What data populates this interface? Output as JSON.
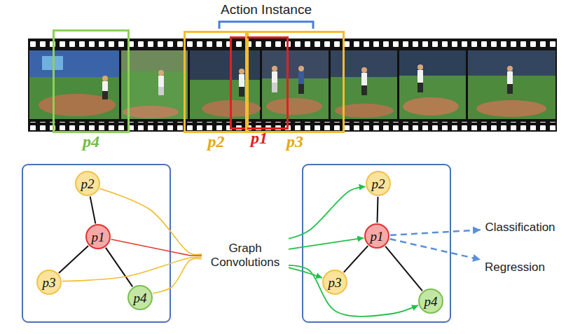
{
  "diagram": {
    "nodes": [
      {
        "text": [
          "p4"
        ]
      },
      {
        "text": [
          "p2"
        ]
      },
      {
        "text": [
          "p1"
        ]
      },
      {
        "text": [
          "p3"
        ]
      },
      {
        "text": [
          "p2"
        ]
      },
      {
        "text": [
          "p1"
        ]
      },
      {
        "text": [
          "p3"
        ]
      },
      {
        "text": [
          "p4"
        ]
      },
      {
        "text": [
          "Graph Convolutions"
        ]
      },
      {
        "text": [
          "p2"
        ]
      },
      {
        "text": [
          "p1"
        ]
      },
      {
        "text": [
          "p3"
        ]
      },
      {
        "text": [
          "p4"
        ]
      },
      {
        "text": [
          "Classification"
        ]
      },
      {
        "text": [
          "Regression"
        ]
      }
    ],
    "edges": [
      {
        "from": 5,
        "to": 4,
        "arrow": "none"
      },
      {
        "from": 5,
        "to": 6,
        "arrow": "none"
      },
      {
        "from": 5,
        "to": 7,
        "arrow": "none"
      },
      {
        "from": 4,
        "to": 8,
        "arrow": "none"
      },
      {
        "from": 5,
        "to": 8,
        "arrow": "none"
      },
      {
        "from": 6,
        "to": 8,
        "arrow": "none"
      },
      {
        "from": 7,
        "to": 8,
        "arrow": "none"
      },
      {
        "from": 8,
        "to": 9,
        "arrow": "to"
      },
      {
        "from": 8,
        "to": 10,
        "arrow": "to"
      },
      {
        "from": 8,
        "to": 11,
        "arrow": "to"
      },
      {
        "from": 8,
        "to": 12,
        "arrow": "to"
      },
      {
        "from": 10,
        "to": 9,
        "arrow": "none"
      },
      {
        "from": 10,
        "to": 11,
        "arrow": "none"
      },
      {
        "from": 10,
        "to": 12,
        "arrow": "none"
      },
      {
        "from": 10,
        "to": 13,
        "arrow": "to"
      },
      {
        "from": 10,
        "to": 14,
        "arrow": "to"
      }
    ],
    "labels": [
      "Action Instance"
    ]
  }
}
